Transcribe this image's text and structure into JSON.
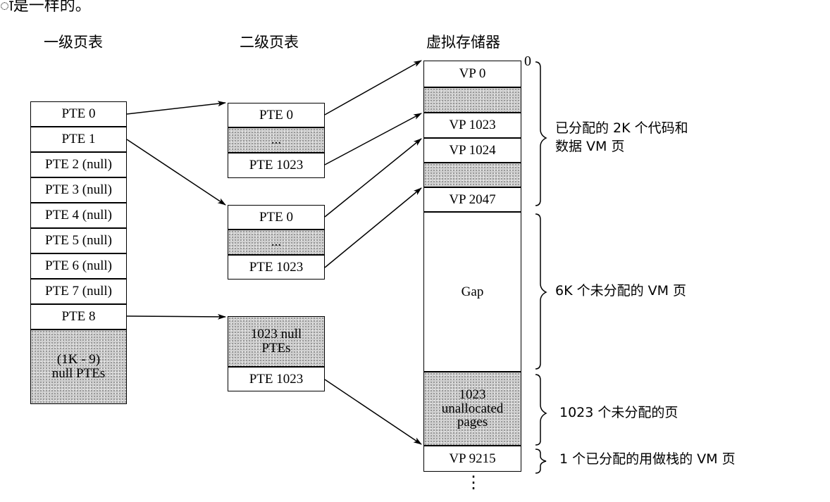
{
  "page_fragment": "ा是一样的。",
  "headers": {
    "l1": "一级页表",
    "l2": "二级页表",
    "vm": "虚拟存储器"
  },
  "l1_table": {
    "entries": [
      "PTE 0",
      "PTE 1",
      "PTE 2 (null)",
      "PTE 3 (null)",
      "PTE 4 (null)",
      "PTE 5 (null)",
      "PTE 6 (null)",
      "PTE 7 (null)",
      "PTE 8"
    ],
    "null_block": [
      "(1K - 9)",
      "null PTEs"
    ]
  },
  "l2_table_a": {
    "first": "PTE 0",
    "gap": "...",
    "last": "PTE 1023"
  },
  "l2_table_b": {
    "first": "PTE 0",
    "gap": "...",
    "last": "PTE 1023"
  },
  "l2_table_c": {
    "null_block": [
      "1023 null",
      "PTEs"
    ],
    "last": "PTE 1023"
  },
  "vm": {
    "zero_label": "0",
    "vp0": "VP 0",
    "vp1023": "VP 1023",
    "vp1024": "VP 1024",
    "vp2047": "VP 2047",
    "gap": "Gap",
    "unalloc": [
      "1023",
      "unallocated",
      "pages"
    ],
    "vp9215": "VP 9215",
    "ellipsis": "⋮"
  },
  "annotations": {
    "code_data": [
      "已分配的 2K 个代码和",
      "数据 VM 页"
    ],
    "unalloc_6k": "6K 个未分配的 VM 页",
    "unalloc_1023": "1023 个未分配的页",
    "stack": "1 个已分配的用做栈的 VM 页"
  }
}
